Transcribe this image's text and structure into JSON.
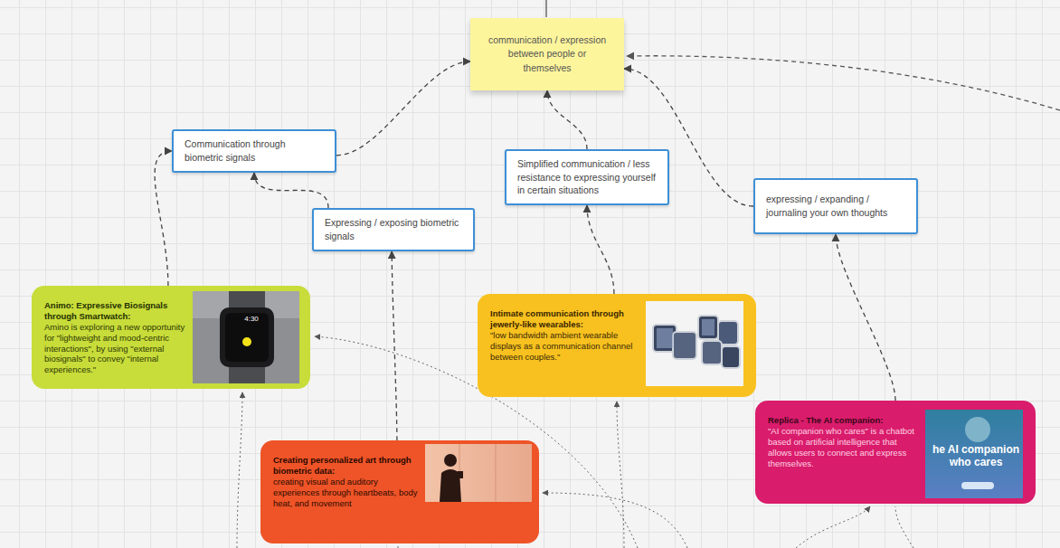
{
  "diagram": {
    "nodes": [
      {
        "text": [
          "communication / expression between people or themselves"
        ]
      },
      {
        "text": [
          "Communication through biometric signals"
        ]
      },
      {
        "text": [
          "Simplified communication / less resistance to expressing yourself in certain situations"
        ]
      },
      {
        "text": [
          "Expressing / exposing biometric signals"
        ]
      },
      {
        "text": [
          "expressing / expanding / journaling your own thoughts"
        ]
      },
      {
        "text": [
          "Animo: Expressive Biosignals through Smartwatch:",
          "Amino is exploring a new opportunity for \"lightweight and mood-centric interactions\", by using \"external biosignals\" to convey \"internal experiences.\""
        ]
      },
      {
        "text": [
          "Intimate communication through jewerly-like wearables:",
          "\"low bandwidth ambient wearable displays as a communication channel between couples.\""
        ]
      },
      {
        "text": [
          "Replica - The AI companion:",
          "\"AI companion who cares\" is a chatbot based on artificial intelligence that allows users to connect and express themselves."
        ]
      },
      {
        "text": [
          "Creating personalized art through biometric data:",
          "creating visual and auditory experiences through heartbeats, body heat, and movement"
        ]
      }
    ],
    "edges": [
      {
        "from": 1,
        "to": 0,
        "arrow": "to"
      },
      {
        "from": 3,
        "to": 1,
        "arrow": "to"
      },
      {
        "from": 5,
        "to": 1,
        "arrow": "to"
      },
      {
        "from": 2,
        "to": 0,
        "arrow": "to"
      },
      {
        "from": 4,
        "to": 0,
        "arrow": "to"
      },
      {
        "from": 6,
        "to": 2,
        "arrow": "to"
      },
      {
        "from": 8,
        "to": 3,
        "arrow": "to"
      },
      {
        "from": 7,
        "to": 4,
        "arrow": "to"
      }
    ],
    "labels": [
      "4:30",
      "he AI companion who cares"
    ]
  }
}
